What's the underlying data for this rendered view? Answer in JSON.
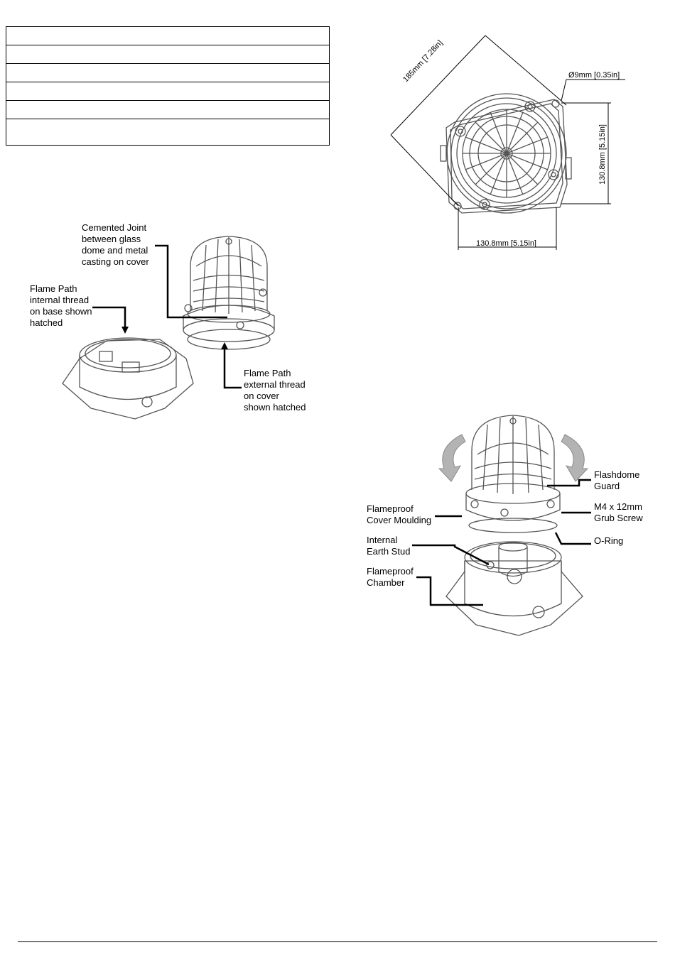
{
  "colors": {
    "line": "#000000",
    "drawing": "#555555",
    "arrow": "#b3b3b3"
  },
  "top_view": {
    "dim_diagonal": "185mm [7.28in]",
    "dim_hole": "Ø9mm [0.35in]",
    "dim_height": "130.8mm [5.15in]",
    "dim_width": "130.8mm [5.15in]"
  },
  "flame_path_view": {
    "cemented_joint": "Cemented Joint\nbetween glass\ndome and metal\ncasting on cover",
    "internal_thread": "Flame Path\ninternal thread\non base shown\nhatched",
    "external_thread": "Flame Path\nexternal thread\non cover\nshown hatched"
  },
  "assembly_view": {
    "flashdome_guard": "Flashdome\nGuard",
    "grub_screw": "M4 x 12mm\nGrub Screw",
    "o_ring": "O-Ring",
    "cover_moulding": "Flameproof\nCover Moulding",
    "earth_stud": "Internal\nEarth Stud",
    "chamber": "Flameproof\nChamber"
  }
}
